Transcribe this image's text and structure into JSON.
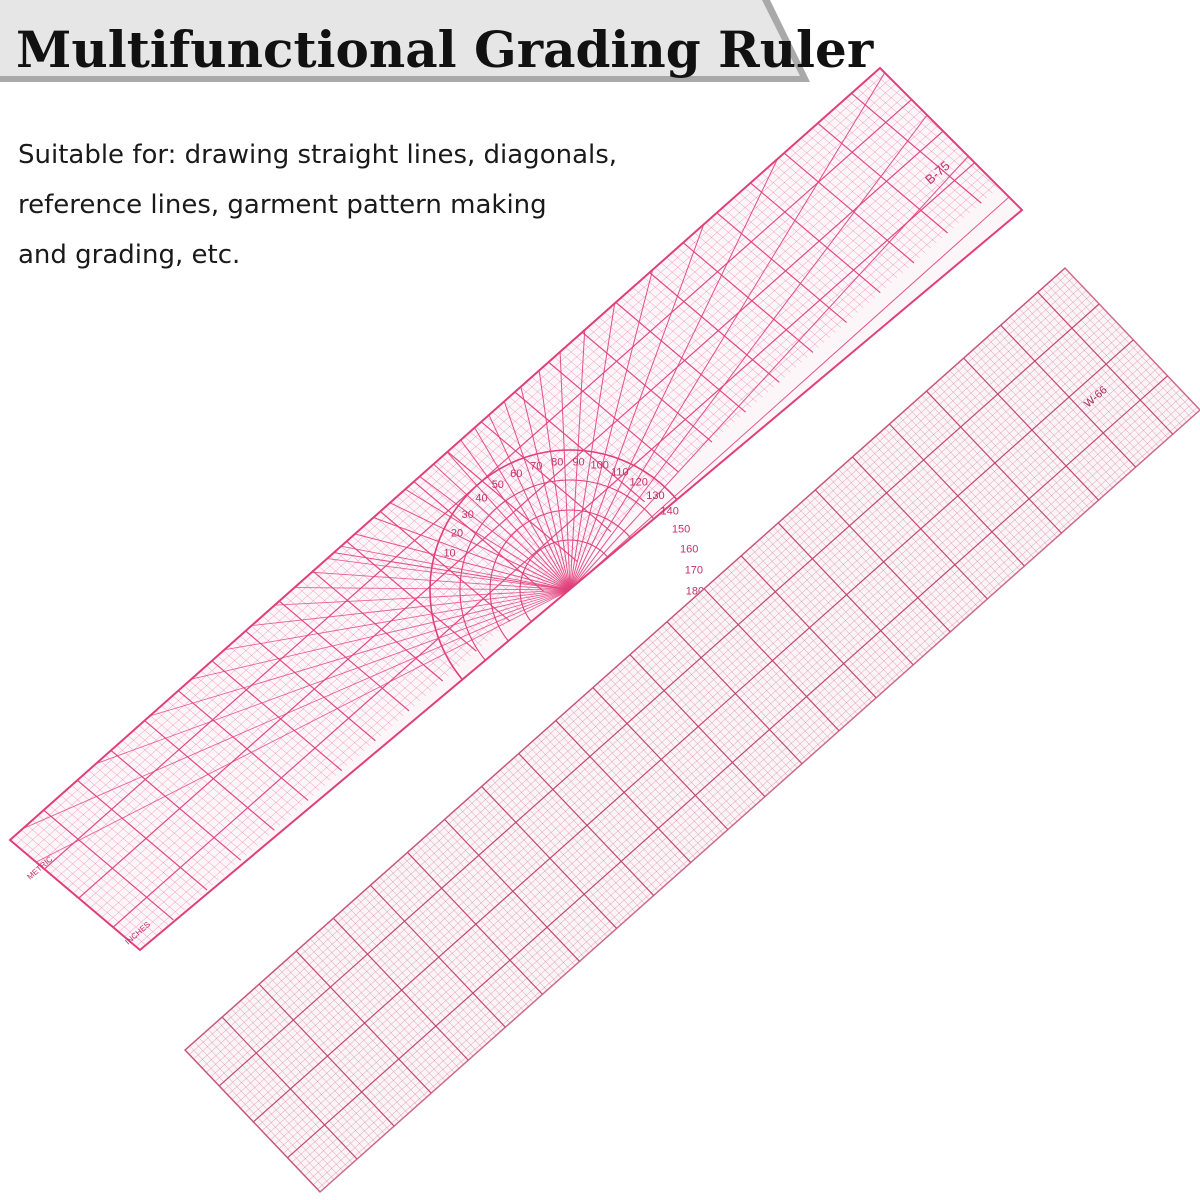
{
  "header": {
    "title": "Multifunctional Grading Ruler"
  },
  "description": {
    "lines": [
      "Suitable for: drawing straight lines, diagonals,",
      "reference lines, garment pattern making",
      "and grading, etc."
    ]
  },
  "rulers": [
    {
      "model": "B-75",
      "unit_label": "METRIC",
      "inch_label": "INCHES",
      "protractor_labels": [
        "10",
        "20",
        "30",
        "40",
        "50",
        "60",
        "70",
        "80",
        "90",
        "100",
        "110",
        "120",
        "130",
        "140",
        "150",
        "160",
        "170",
        "180"
      ],
      "color": "#e0407a"
    },
    {
      "model": "W-66",
      "color": "#c0406a"
    }
  ],
  "colors": {
    "title_band": "#e6e6e6",
    "title_band_shadow": "#a9a9a9",
    "text": "#1a1a1a",
    "ruler_line": "#e0407a",
    "grid_line": "#c0406a"
  }
}
